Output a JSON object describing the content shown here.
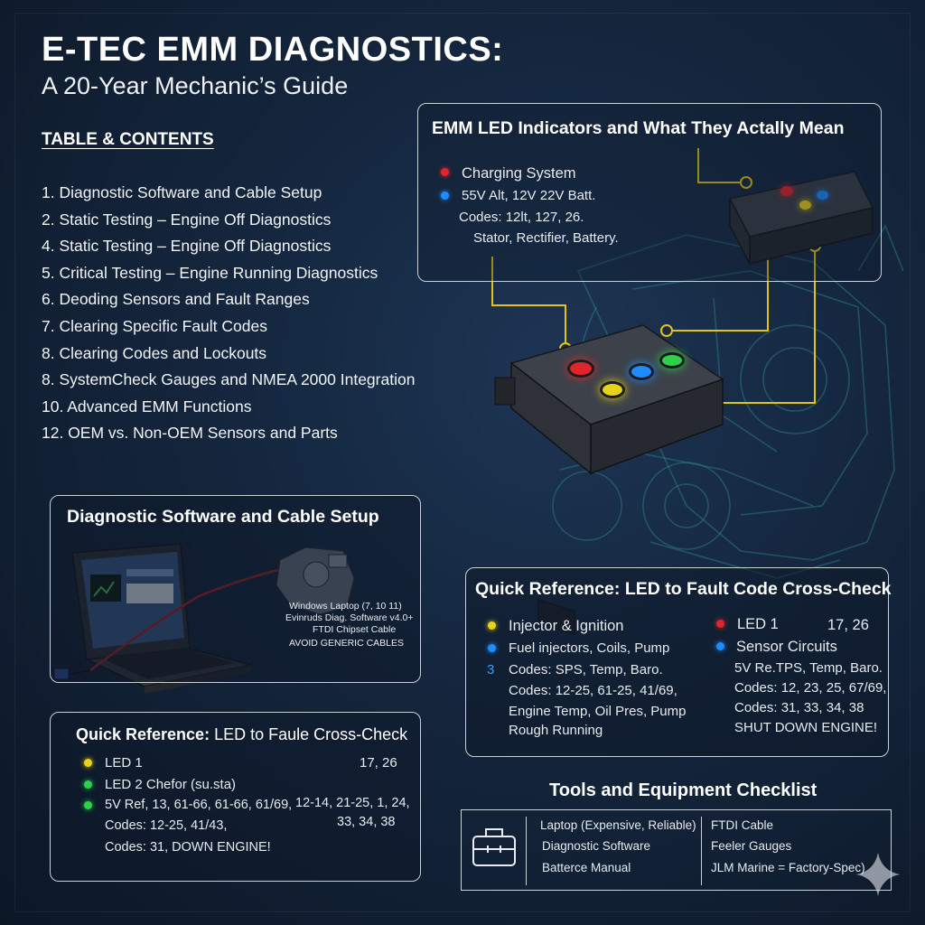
{
  "header": {
    "title": "E-TEC EMM DIAGNOSTICS:",
    "subtitle": "A 20-Year Mechanic’s Guide"
  },
  "toc": {
    "heading": "TABLE & CONTENTS",
    "items": [
      "1. Diagnostic Software and Cable Setup",
      "2. Static Testing – Engine Off Diagnostics",
      "4. Static Testing – Engine Off Diagnostics",
      "5. Critical Testing – Engine Running Diagnostics",
      "6. Deoding Sensors and Fault Ranges",
      "7. Clearing Specific Fault Codes",
      "8. Clearing Codes and Lockouts",
      "8. SystemCheck Gauges and NMEA 2000 Integration",
      "10. Advanced EMM Functions",
      "12. OEM vs. Non-OEM Sensors and Parts"
    ]
  },
  "led_panel": {
    "title": "EMM LED Indicators and What They Actally Mean",
    "item_label": "Charging System",
    "line1": "55V Alt, 12V 22V Batt.",
    "line2": "Codes: 12lt, 127, 26.",
    "line3": "Stator, Rectifier, Battery."
  },
  "software_panel": {
    "title": "Diagnostic Software and Cable Setup",
    "note1": "Windows Laptop (7, 10 11)",
    "note2": "Evinruds Diag. Software v4.0+",
    "note3": "FTDI Chipset Cable",
    "note4": "AVOID GENERIC CABLES"
  },
  "quick_ref_right": {
    "title": "Quick Reference: LED to Fault Code Cross-Check",
    "col1_label": "Injector & Ignition",
    "col1_line1": "Fuel injectors, Coils, Pump",
    "col1_num": "3",
    "col1_line2": "Codes: SPS, Temp, Baro.",
    "col1_line3": "Codes: 12-25, 61-25, 41/69,",
    "col1_line4": "Engine Temp, Oil Pres, Pump",
    "col1_line5": "Rough Running",
    "col2_label": "LED 1",
    "col2_codes": "17, 26",
    "col2_label2": "Sensor Circuits",
    "col2_line1": "5V Re.TPS, Temp, Baro.",
    "col2_line2": "Codes: 12, 23, 25, 67/69,",
    "col2_line3": "Codes: 31, 33, 34, 38",
    "col2_line4": "SHUT DOWN ENGINE!"
  },
  "quick_ref_left": {
    "title_bold": "Quick Reference:",
    "title_rest": " LED to Faule Cross-Check",
    "led1_label": "LED 1",
    "led1_codes": "17, 26",
    "led2_label": "LED 2 Chefor (su.sta)",
    "line1": "5V Ref, 13, 61-66, 61-66, 61/69,",
    "line1_right": "12-14, 21-25, 1, 24,",
    "line2": "Codes: 12-25, 41/43,",
    "line2_right": "33, 34, 38",
    "line3": "Codes: 31, DOWN ENGINE!"
  },
  "tools": {
    "title": "Tools and Equipment Checklist",
    "col1": [
      "Laptop (Expensive, Reliable)",
      "Diagnostic Software",
      "Batterce Manual"
    ],
    "col2": [
      "FTDI Cable",
      "Feeler Gauges",
      "JLM Marine = Factory-Spec)"
    ]
  },
  "colors": {
    "red": "#e0262b",
    "blue": "#1e8bff",
    "yellow": "#e8d21a",
    "green": "#2ed14a",
    "callout": "#e3c21a"
  }
}
